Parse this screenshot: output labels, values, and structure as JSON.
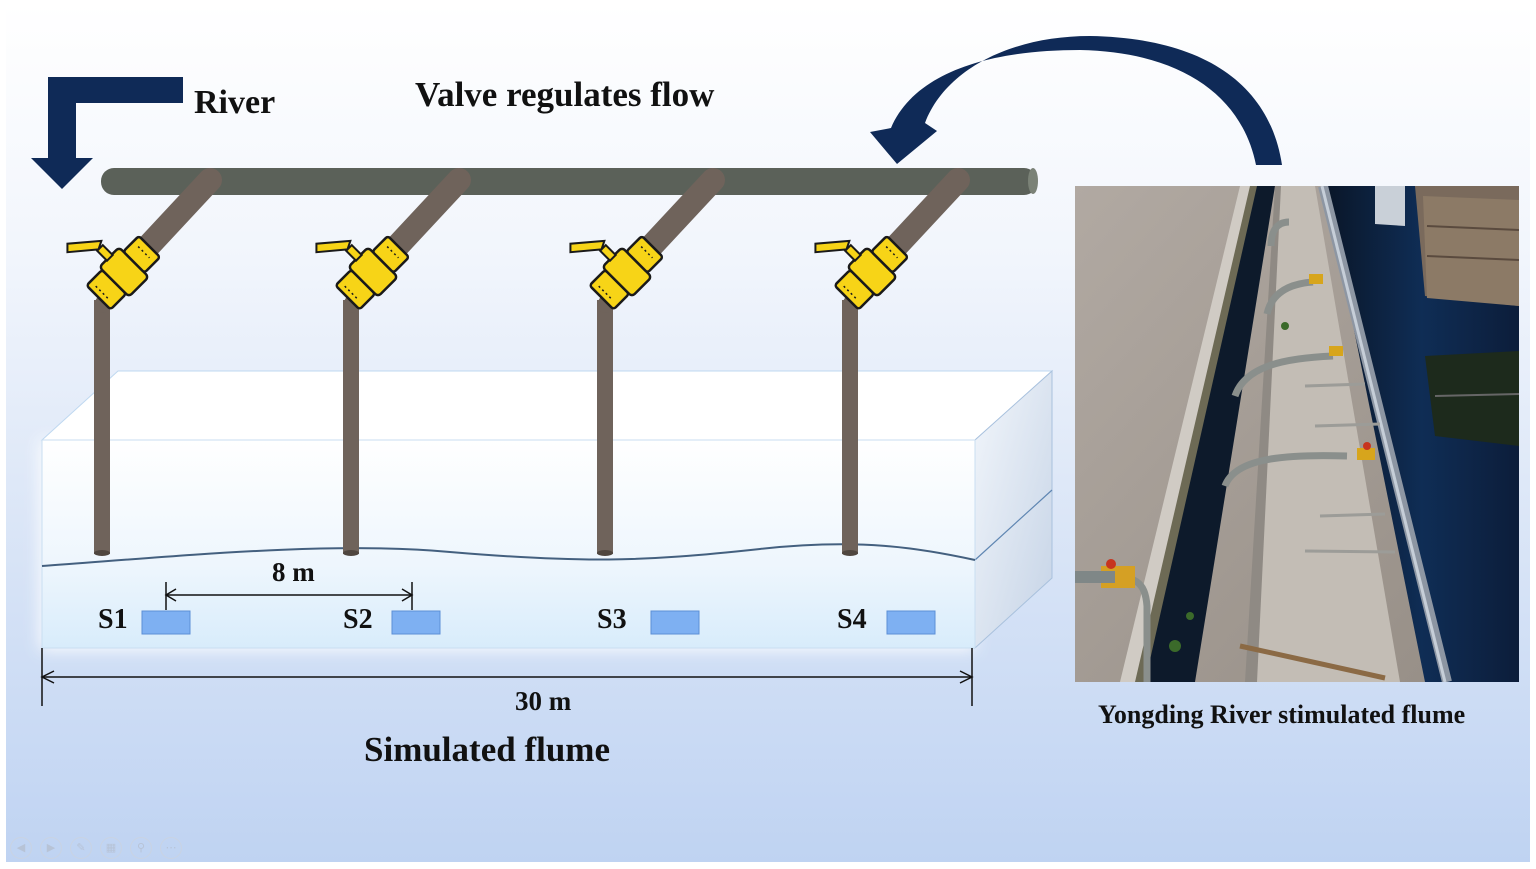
{
  "labels": {
    "river": "River",
    "valve_title": "Valve regulates flow",
    "distance_8m": "8 m",
    "distance_30m": "30 m",
    "flume_title": "Simulated flume",
    "photo_caption": "Yongding River stimulated flume"
  },
  "sites": [
    "S1",
    "S2",
    "S3",
    "S4"
  ],
  "colors": {
    "arrow": "#0f2a57",
    "main_pipe": "#5b6159",
    "branch_pipe": "#6f635b",
    "valve": "#f7d417",
    "sensor": "#7eb0f2",
    "water_line": "#44607f"
  },
  "nav_icons": [
    "prev-icon",
    "next-icon",
    "pen-icon",
    "slides-icon",
    "zoom-icon",
    "more-icon"
  ]
}
